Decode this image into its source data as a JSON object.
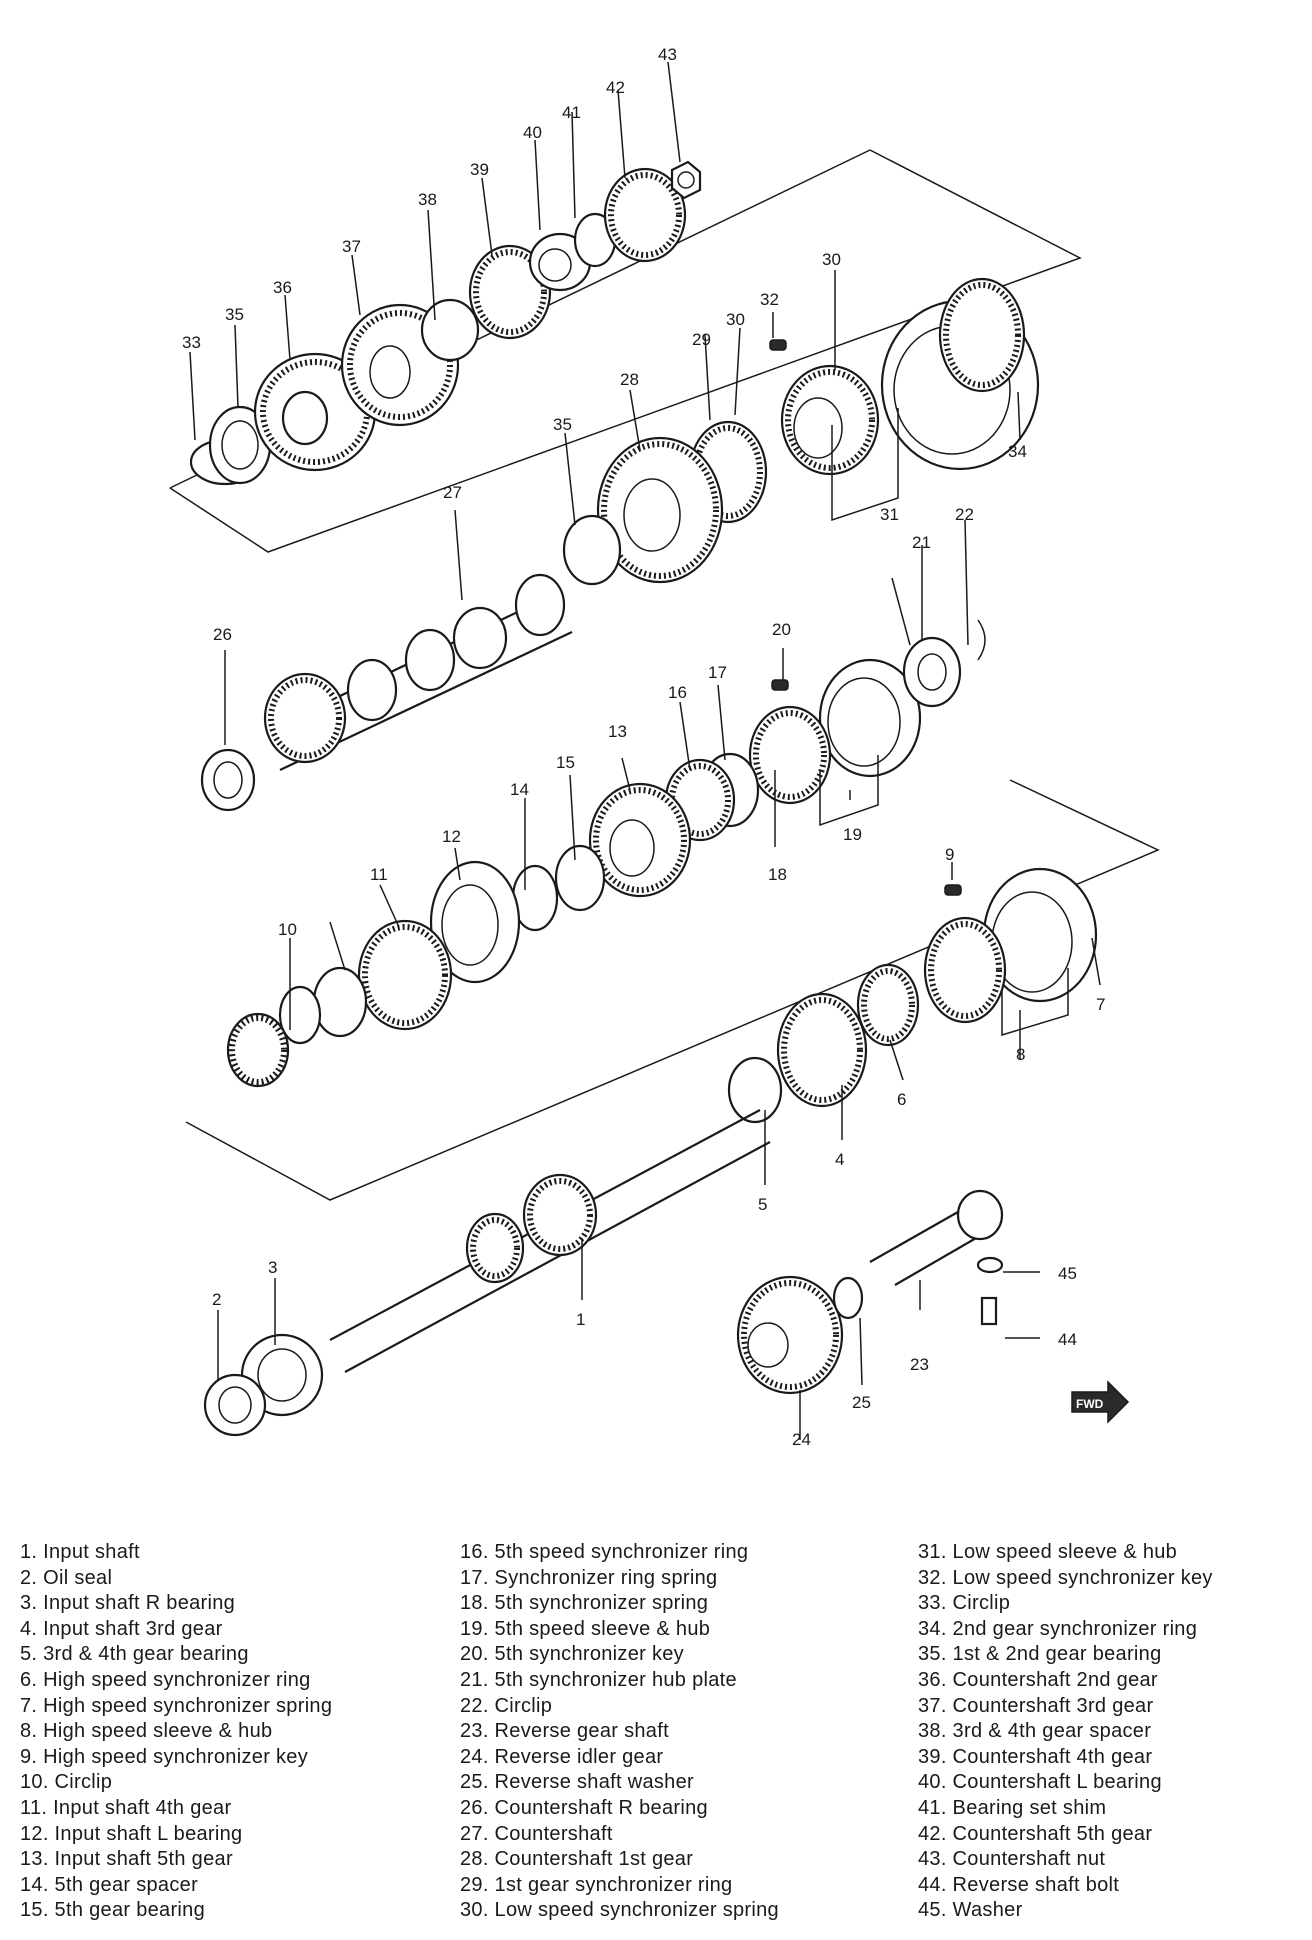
{
  "callouts": [
    "1",
    "2",
    "3",
    "4",
    "5",
    "6",
    "7",
    "8",
    "9",
    "10",
    "11",
    "12",
    "13",
    "14",
    "15",
    "16",
    "17",
    "18",
    "19",
    "20",
    "21",
    "22",
    "23",
    "24",
    "25",
    "26",
    "27",
    "28",
    "29",
    "30",
    "31",
    "32",
    "33",
    "34",
    "35",
    "36",
    "37",
    "38",
    "39",
    "40",
    "41",
    "42",
    "43",
    "44",
    "45"
  ],
  "legend": [
    "1. Input shaft",
    "2. Oil seal",
    "3. Input shaft R bearing",
    "4. Input shaft 3rd gear",
    "5. 3rd & 4th gear bearing",
    "6. High speed synchronizer ring",
    "7. High speed synchronizer spring",
    "8. High speed sleeve & hub",
    "9. High speed synchronizer key",
    "10. Circlip",
    "11. Input shaft 4th gear",
    "12. Input shaft L bearing",
    "13. Input shaft 5th gear",
    "14. 5th gear spacer",
    "15. 5th gear bearing",
    "16. 5th speed synchronizer ring",
    "17. Synchronizer ring spring",
    "18. 5th synchronizer spring",
    "19. 5th speed sleeve & hub",
    "20. 5th synchronizer key",
    "21. 5th synchronizer hub plate",
    "22. Circlip",
    "23. Reverse gear shaft",
    "24. Reverse idler gear",
    "25. Reverse shaft washer",
    "26. Countershaft R bearing",
    "27. Countershaft",
    "28. Countershaft 1st gear",
    "29. 1st gear synchronizer ring",
    "30. Low speed synchronizer spring",
    "31. Low speed sleeve & hub",
    "32. Low speed synchronizer key",
    "33. Circlip",
    "34. 2nd gear synchronizer ring",
    "35. 1st & 2nd gear bearing",
    "36. Countershaft 2nd gear",
    "37. Countershaft 3rd gear",
    "38. 3rd & 4th gear spacer",
    "39. Countershaft 4th gear",
    "40. Countershaft L bearing",
    "41. Bearing set shim",
    "42. Countershaft 5th gear",
    "43. Countershaft nut",
    "44. Reverse shaft bolt",
    "45. Washer"
  ],
  "fwd_label": "FWD",
  "icons": {
    "fwd_arrow": "fwd-arrow-icon"
  }
}
